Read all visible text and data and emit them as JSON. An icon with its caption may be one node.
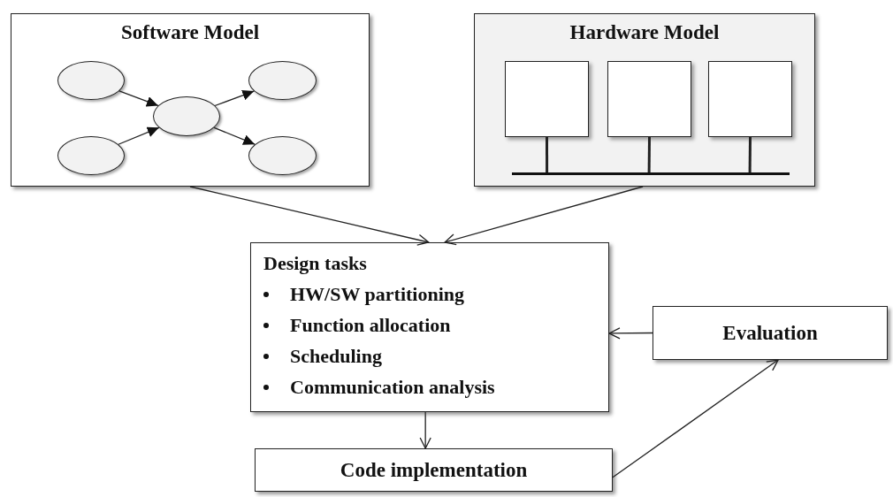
{
  "diagram": {
    "nodes": [
      {
        "text": [
          "Software Model"
        ]
      },
      {
        "text": [],
        "shape": "ellipse",
        "in": 0
      },
      {
        "text": [],
        "shape": "ellipse",
        "in": 0
      },
      {
        "text": [],
        "shape": "ellipse",
        "in": 0
      },
      {
        "text": [],
        "shape": "ellipse",
        "in": 0
      },
      {
        "text": [],
        "shape": "ellipse",
        "in": 0
      },
      {
        "text": [
          "Hardware Model"
        ]
      },
      {
        "text": [],
        "shape": "box",
        "in": 6
      },
      {
        "text": [],
        "shape": "box",
        "in": 6
      },
      {
        "text": [],
        "shape": "box",
        "in": 6
      },
      {
        "text": [],
        "shape": "bar",
        "in": 6
      },
      {
        "text": [
          "Design tasks",
          "HW/SW partitioning",
          "Function allocation",
          "Scheduling",
          "Communication analysis"
        ]
      },
      {
        "text": [
          "Evaluation"
        ]
      },
      {
        "text": [
          "Code implementation"
        ]
      }
    ],
    "edges": [
      {
        "from": 1,
        "to": 3,
        "arrow": "to"
      },
      {
        "from": 2,
        "to": 3,
        "arrow": "to"
      },
      {
        "from": 3,
        "to": 4,
        "arrow": "to"
      },
      {
        "from": 3,
        "to": 5,
        "arrow": "to"
      },
      {
        "from": 0,
        "to": 11,
        "arrow": "to"
      },
      {
        "from": 6,
        "to": 11,
        "arrow": "to"
      },
      {
        "from": 12,
        "to": 11,
        "arrow": "to"
      },
      {
        "from": 11,
        "to": 13,
        "arrow": "to"
      },
      {
        "from": 13,
        "to": 12,
        "arrow": "to"
      },
      {
        "from": 7,
        "to": 10,
        "arrow": "none",
        "style": "thick"
      },
      {
        "from": 8,
        "to": 10,
        "arrow": "none",
        "style": "thick"
      },
      {
        "from": 9,
        "to": 10,
        "arrow": "none",
        "style": "thick"
      }
    ]
  }
}
